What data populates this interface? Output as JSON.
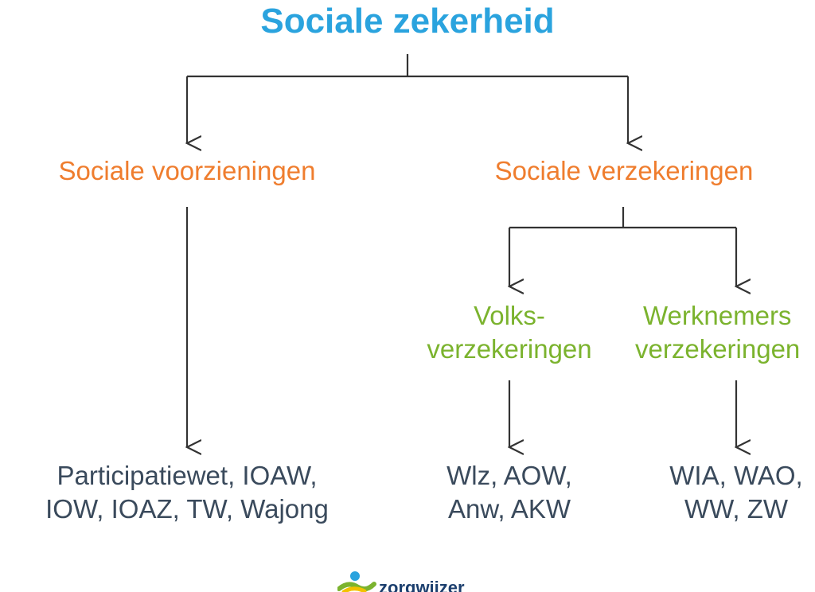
{
  "title": "Sociale zekerheid",
  "left_branch": "Sociale voorzieningen",
  "right_branch": "Sociale verzekeringen",
  "volks": {
    "line1": "Volks-",
    "line2": "verzekeringen"
  },
  "werknemers": {
    "line1": "Werknemers",
    "line2": "verzekeringen"
  },
  "laws_left": {
    "line1": "Participatiewet, IOAW,",
    "line2": "IOW, IOAZ, TW, Wajong"
  },
  "laws_volks": {
    "line1": "Wlz, AOW,",
    "line2": "Anw, AKW"
  },
  "laws_werknemers": {
    "line1": "WIA, WAO,",
    "line2": "WW, ZW"
  },
  "logo": "zorgwijzer",
  "colors": {
    "title": "#2aa3de",
    "branch": "#ef7d2e",
    "sub": "#7bb32e",
    "leaf": "#3a4a5c",
    "line": "#333333"
  }
}
